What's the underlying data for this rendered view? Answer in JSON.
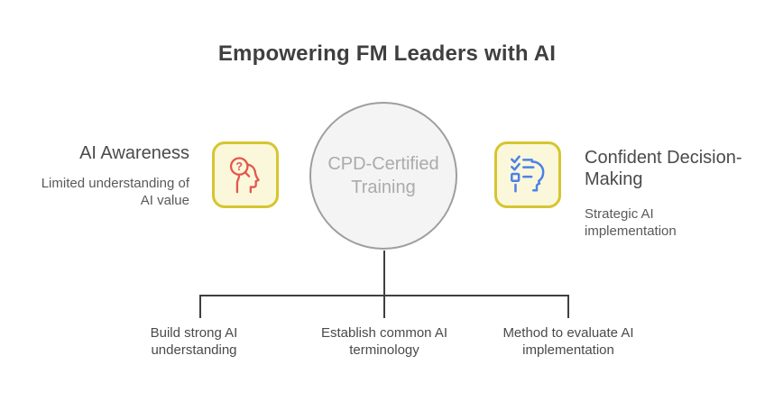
{
  "title": "Empowering FM Leaders with AI",
  "center_circle": {
    "label": "CPD-Certified Training"
  },
  "left_item": {
    "heading": "AI Awareness",
    "subtitle": "Limited understanding of AI value",
    "icon": "head-magnifier-question-icon",
    "magnifier_glyph": "?"
  },
  "right_item": {
    "heading": "Confident Decision-Making",
    "subtitle": "Strategic AI implementation",
    "icon": "head-checklist-icon"
  },
  "outcomes": [
    "Build strong AI understanding",
    "Establish common AI terminology",
    "Method to evaluate AI implementation"
  ],
  "colors": {
    "title": "#3f3f3f",
    "heading": "#4a4a4a",
    "subtitle": "#595959",
    "line": "#3f3f3f",
    "circle_fill": "#f4f4f4",
    "circle_border": "#9e9e9e",
    "circle_text": "#ababab",
    "box_fill": "#fbf7da",
    "box_border": "#d6c530",
    "icon_red": "#e2574e",
    "icon_blue": "#4c82e8"
  }
}
